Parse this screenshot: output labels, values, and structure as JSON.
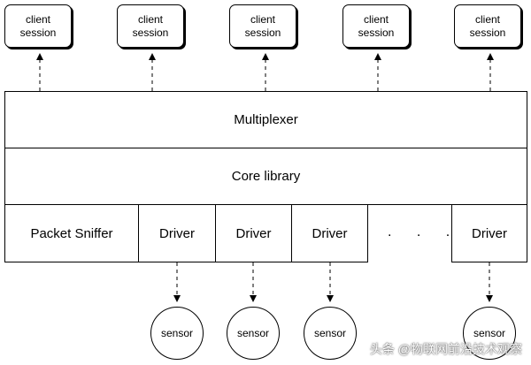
{
  "sessions": [
    {
      "line1": "client",
      "line2": "session"
    },
    {
      "line1": "client",
      "line2": "session"
    },
    {
      "line1": "client",
      "line2": "session"
    },
    {
      "line1": "client",
      "line2": "session"
    },
    {
      "line1": "client",
      "line2": "session"
    }
  ],
  "layers": {
    "multiplexer": "Multiplexer",
    "core_library": "Core library"
  },
  "bottom_row": {
    "packet_sniffer": "Packet Sniffer",
    "drivers": [
      "Driver",
      "Driver",
      "Driver",
      "Driver"
    ],
    "ellipsis": ". . ."
  },
  "sensors": [
    "sensor",
    "sensor",
    "sensor",
    "sensor"
  ],
  "watermark": "头条 @物联网前沿技术观察"
}
